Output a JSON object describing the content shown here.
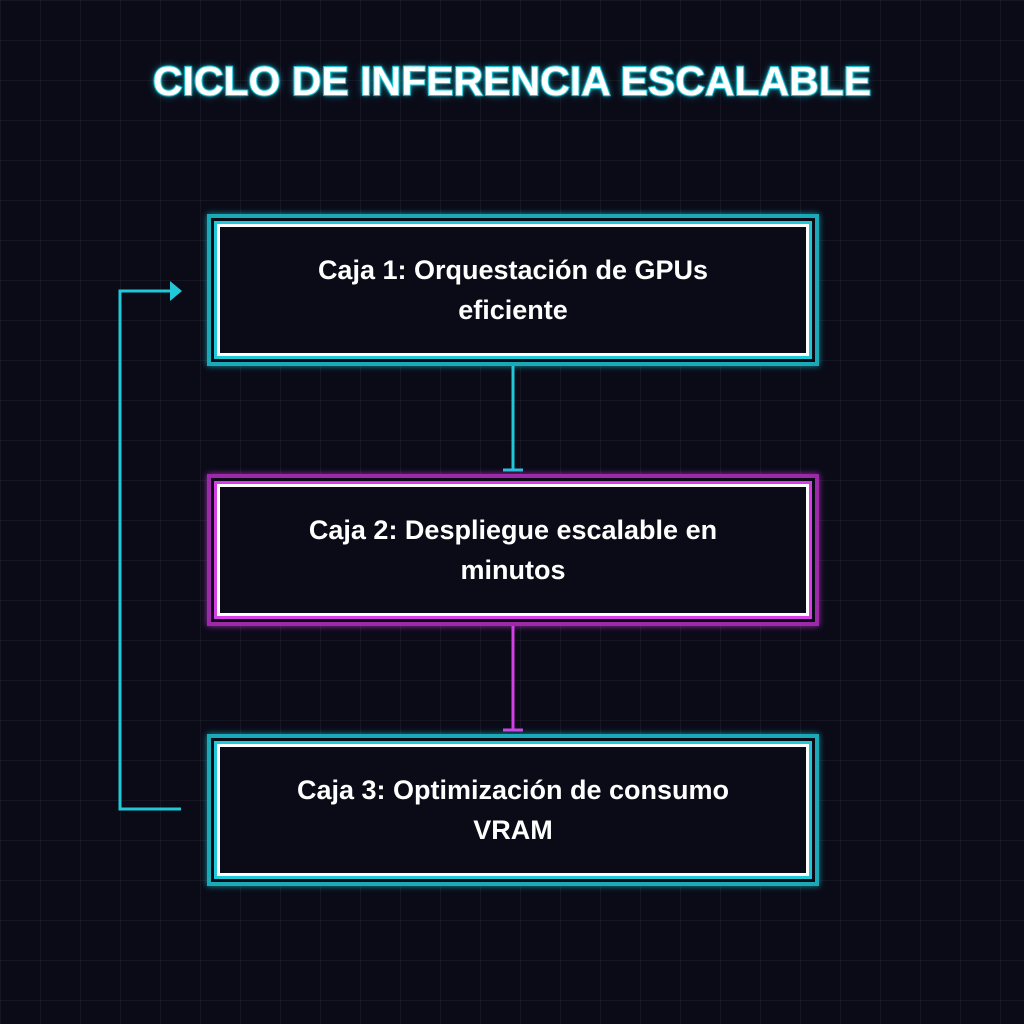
{
  "title": "CICLO DE INFERENCIA ESCALABLE",
  "boxes": [
    {
      "label": "Caja 1: Orquestación de GPUs eficiente",
      "accent": "#21c9d8"
    },
    {
      "label": "Caja 2: Despliegue escalable en minutos",
      "accent": "#d43fe6"
    },
    {
      "label": "Caja 3: Optimización de consumo VRAM",
      "accent": "#21c9d8"
    }
  ],
  "colors": {
    "background": "#0b0b18",
    "cyan": "#21c9d8",
    "magenta": "#d43fe6",
    "text": "#ffffff"
  }
}
